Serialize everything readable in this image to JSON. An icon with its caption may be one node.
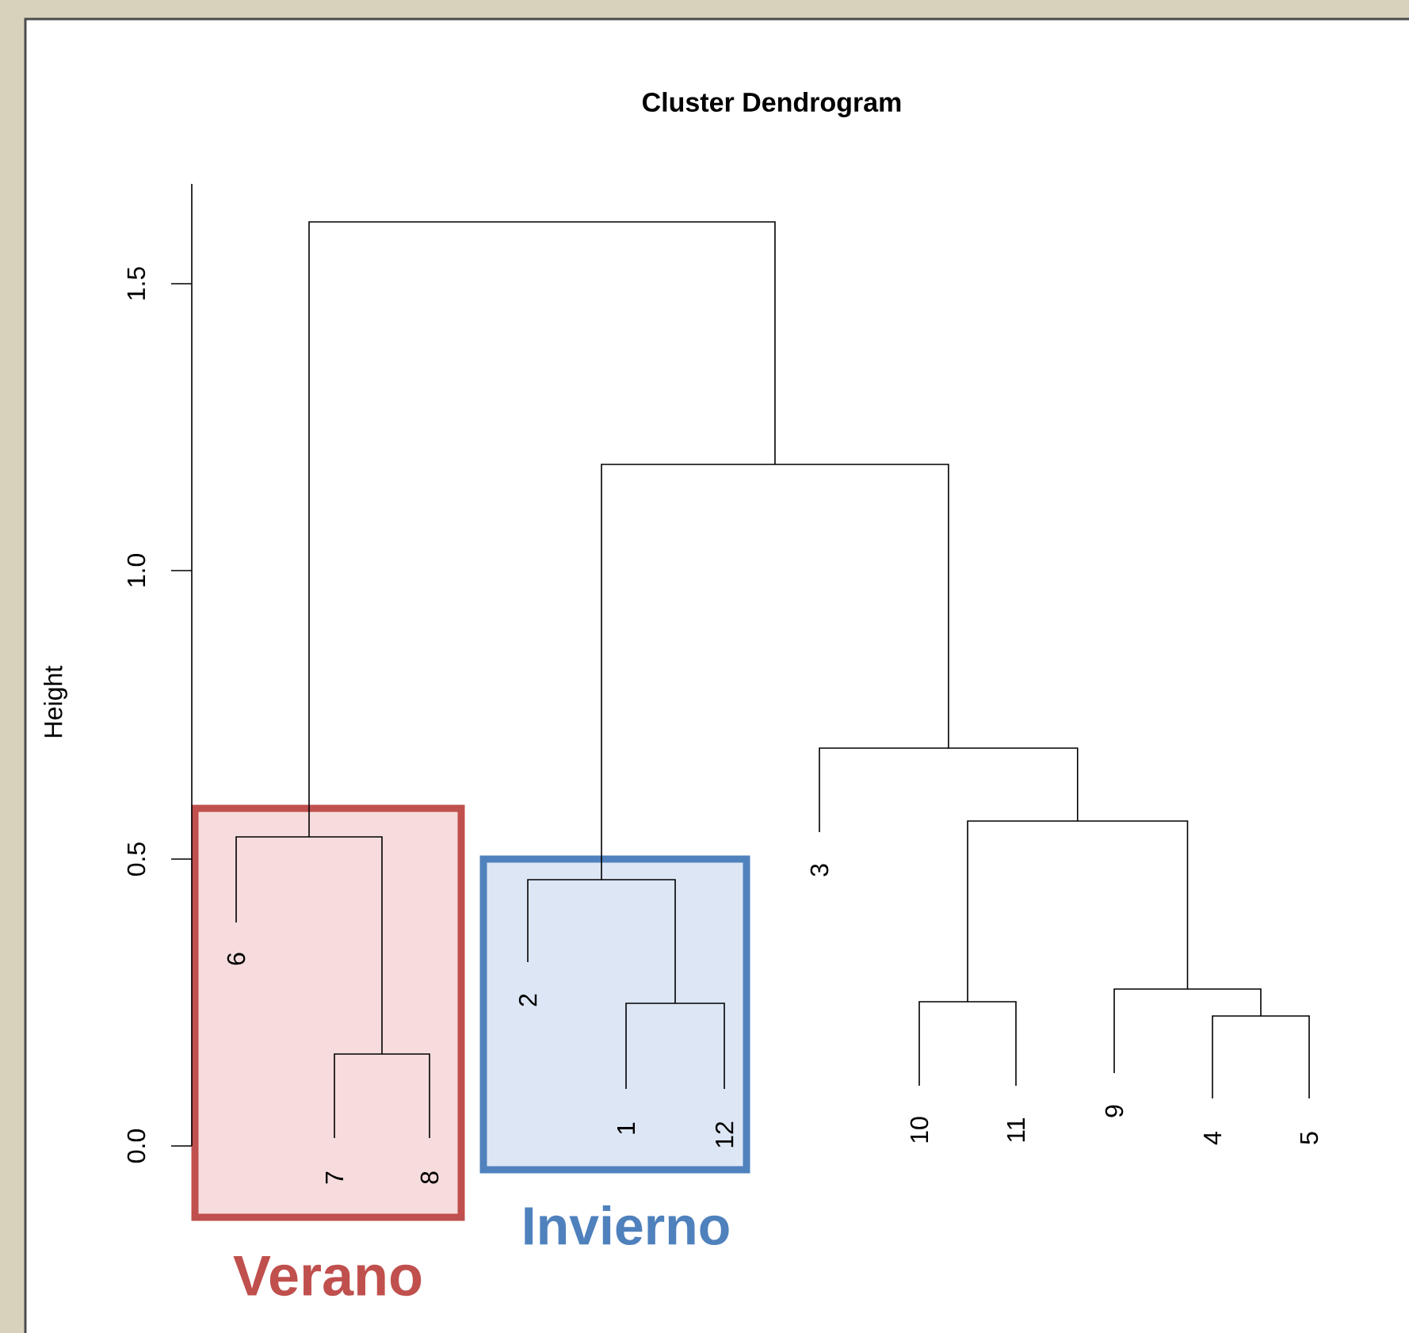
{
  "diagram": {
    "title": "Cluster Dendrogram",
    "nodes": [
      {
        "text": [
          "Verano"
        ]
      },
      {
        "text": [
          "Invierno"
        ]
      }
    ],
    "edges": [],
    "labels": [
      "1.5",
      "1.0",
      "0.5",
      "0.0",
      "Height",
      "6",
      "7",
      "8",
      "2",
      "1",
      "12",
      "3",
      "10",
      "11",
      "9",
      "4",
      "5"
    ]
  }
}
